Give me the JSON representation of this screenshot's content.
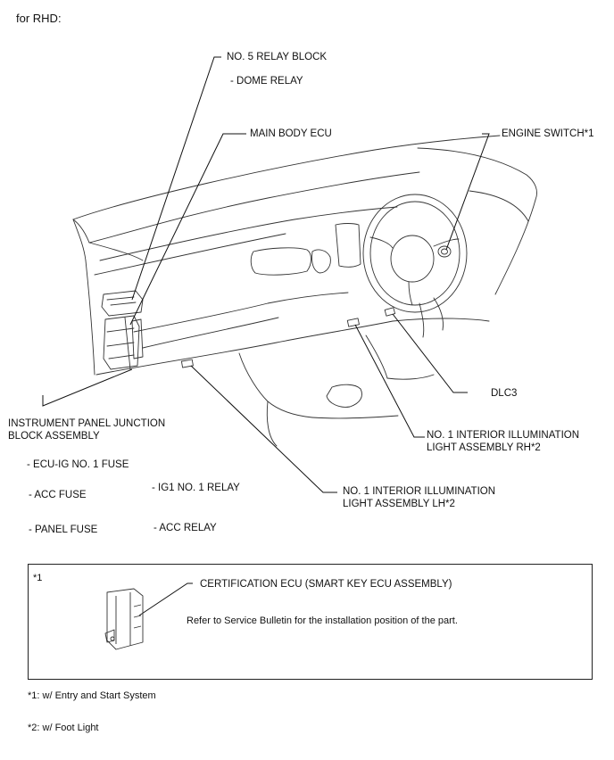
{
  "heading": "for RHD:",
  "labels": {
    "relay_block": "NO. 5 RELAY BLOCK",
    "dome_relay": "- DOME RELAY",
    "main_body_ecu": "MAIN BODY ECU",
    "engine_switch": "ENGINE SWITCH*1",
    "junction_block_line1": "INSTRUMENT PANEL JUNCTION",
    "junction_block_line2": "BLOCK ASSEMBLY",
    "ecu_ig_fuse": "- ECU-IG NO. 1 FUSE",
    "acc_fuse": "- ACC FUSE",
    "ig1_relay": "- IG1 NO. 1 RELAY",
    "panel_fuse": "- PANEL FUSE",
    "acc_relay": "- ACC RELAY",
    "dlc3": "DLC3",
    "illum_rh_line1": "NO. 1 INTERIOR ILLUMINATION",
    "illum_rh_line2": "LIGHT ASSEMBLY RH*2",
    "illum_lh_line1": "NO. 1 INTERIOR ILLUMINATION",
    "illum_lh_line2": "LIGHT ASSEMBLY LH*2"
  },
  "inset": {
    "marker": "*1",
    "part_label": "CERTIFICATION ECU (SMART KEY ECU ASSEMBLY)",
    "note": "Refer to Service Bulletin for the installation position of the part."
  },
  "footnotes": {
    "note1": "*1: w/ Entry and Start System",
    "note2": "*2: w/ Foot Light"
  }
}
